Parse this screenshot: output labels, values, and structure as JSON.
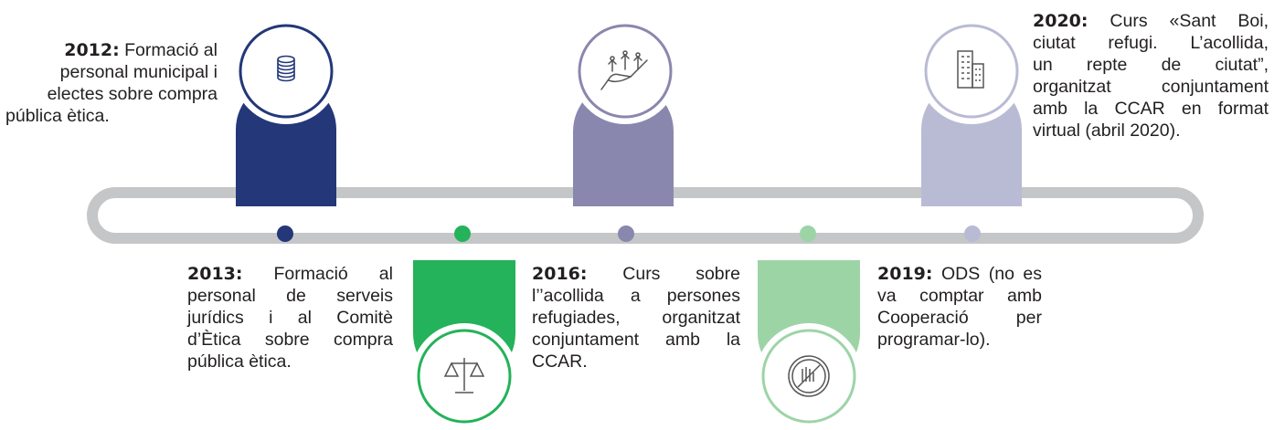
{
  "milestones": [
    {
      "year": "2012:",
      "lines": [
        "Formació al",
        "personal municipal i",
        "electes sobre compra",
        "pública ètica."
      ],
      "color": "#233779",
      "icon": "coins-stack-icon"
    },
    {
      "year": "2013:",
      "lines": [
        "Formació al",
        "personal de serveis",
        "jurídics i al Comitè",
        "d’Ètica sobre compra",
        "pública ètica."
      ],
      "color": "#24b25a",
      "icon": "justice-scale-icon"
    },
    {
      "year": "2016:",
      "lines": [
        "Curs sobre",
        "l’’acollida a persones",
        "refugiades, organitzat",
        "conjuntament amb la",
        "CCAR."
      ],
      "color": "#8a87ae",
      "icon": "hand-people-icon"
    },
    {
      "year": "2019:",
      "lines": [
        "ODS (no es",
        "va comptar amb",
        "Cooperació per",
        "programar-lo)."
      ],
      "color": "#9dd4a6",
      "icon": "no-hand-icon"
    },
    {
      "year": "2020:",
      "lines": [
        "Curs «Sant Boi,",
        "ciutat refugi. L’acollida,",
        "un repte de ciutat”,",
        "organitzat conjuntament",
        "amb la CCAR en format",
        "virtual (abril 2020)."
      ],
      "color": "#b9bbd5",
      "icon": "buildings-icon"
    }
  ],
  "colors": {
    "track": "#c5c6c8",
    "ring_white": "#ffffff"
  }
}
